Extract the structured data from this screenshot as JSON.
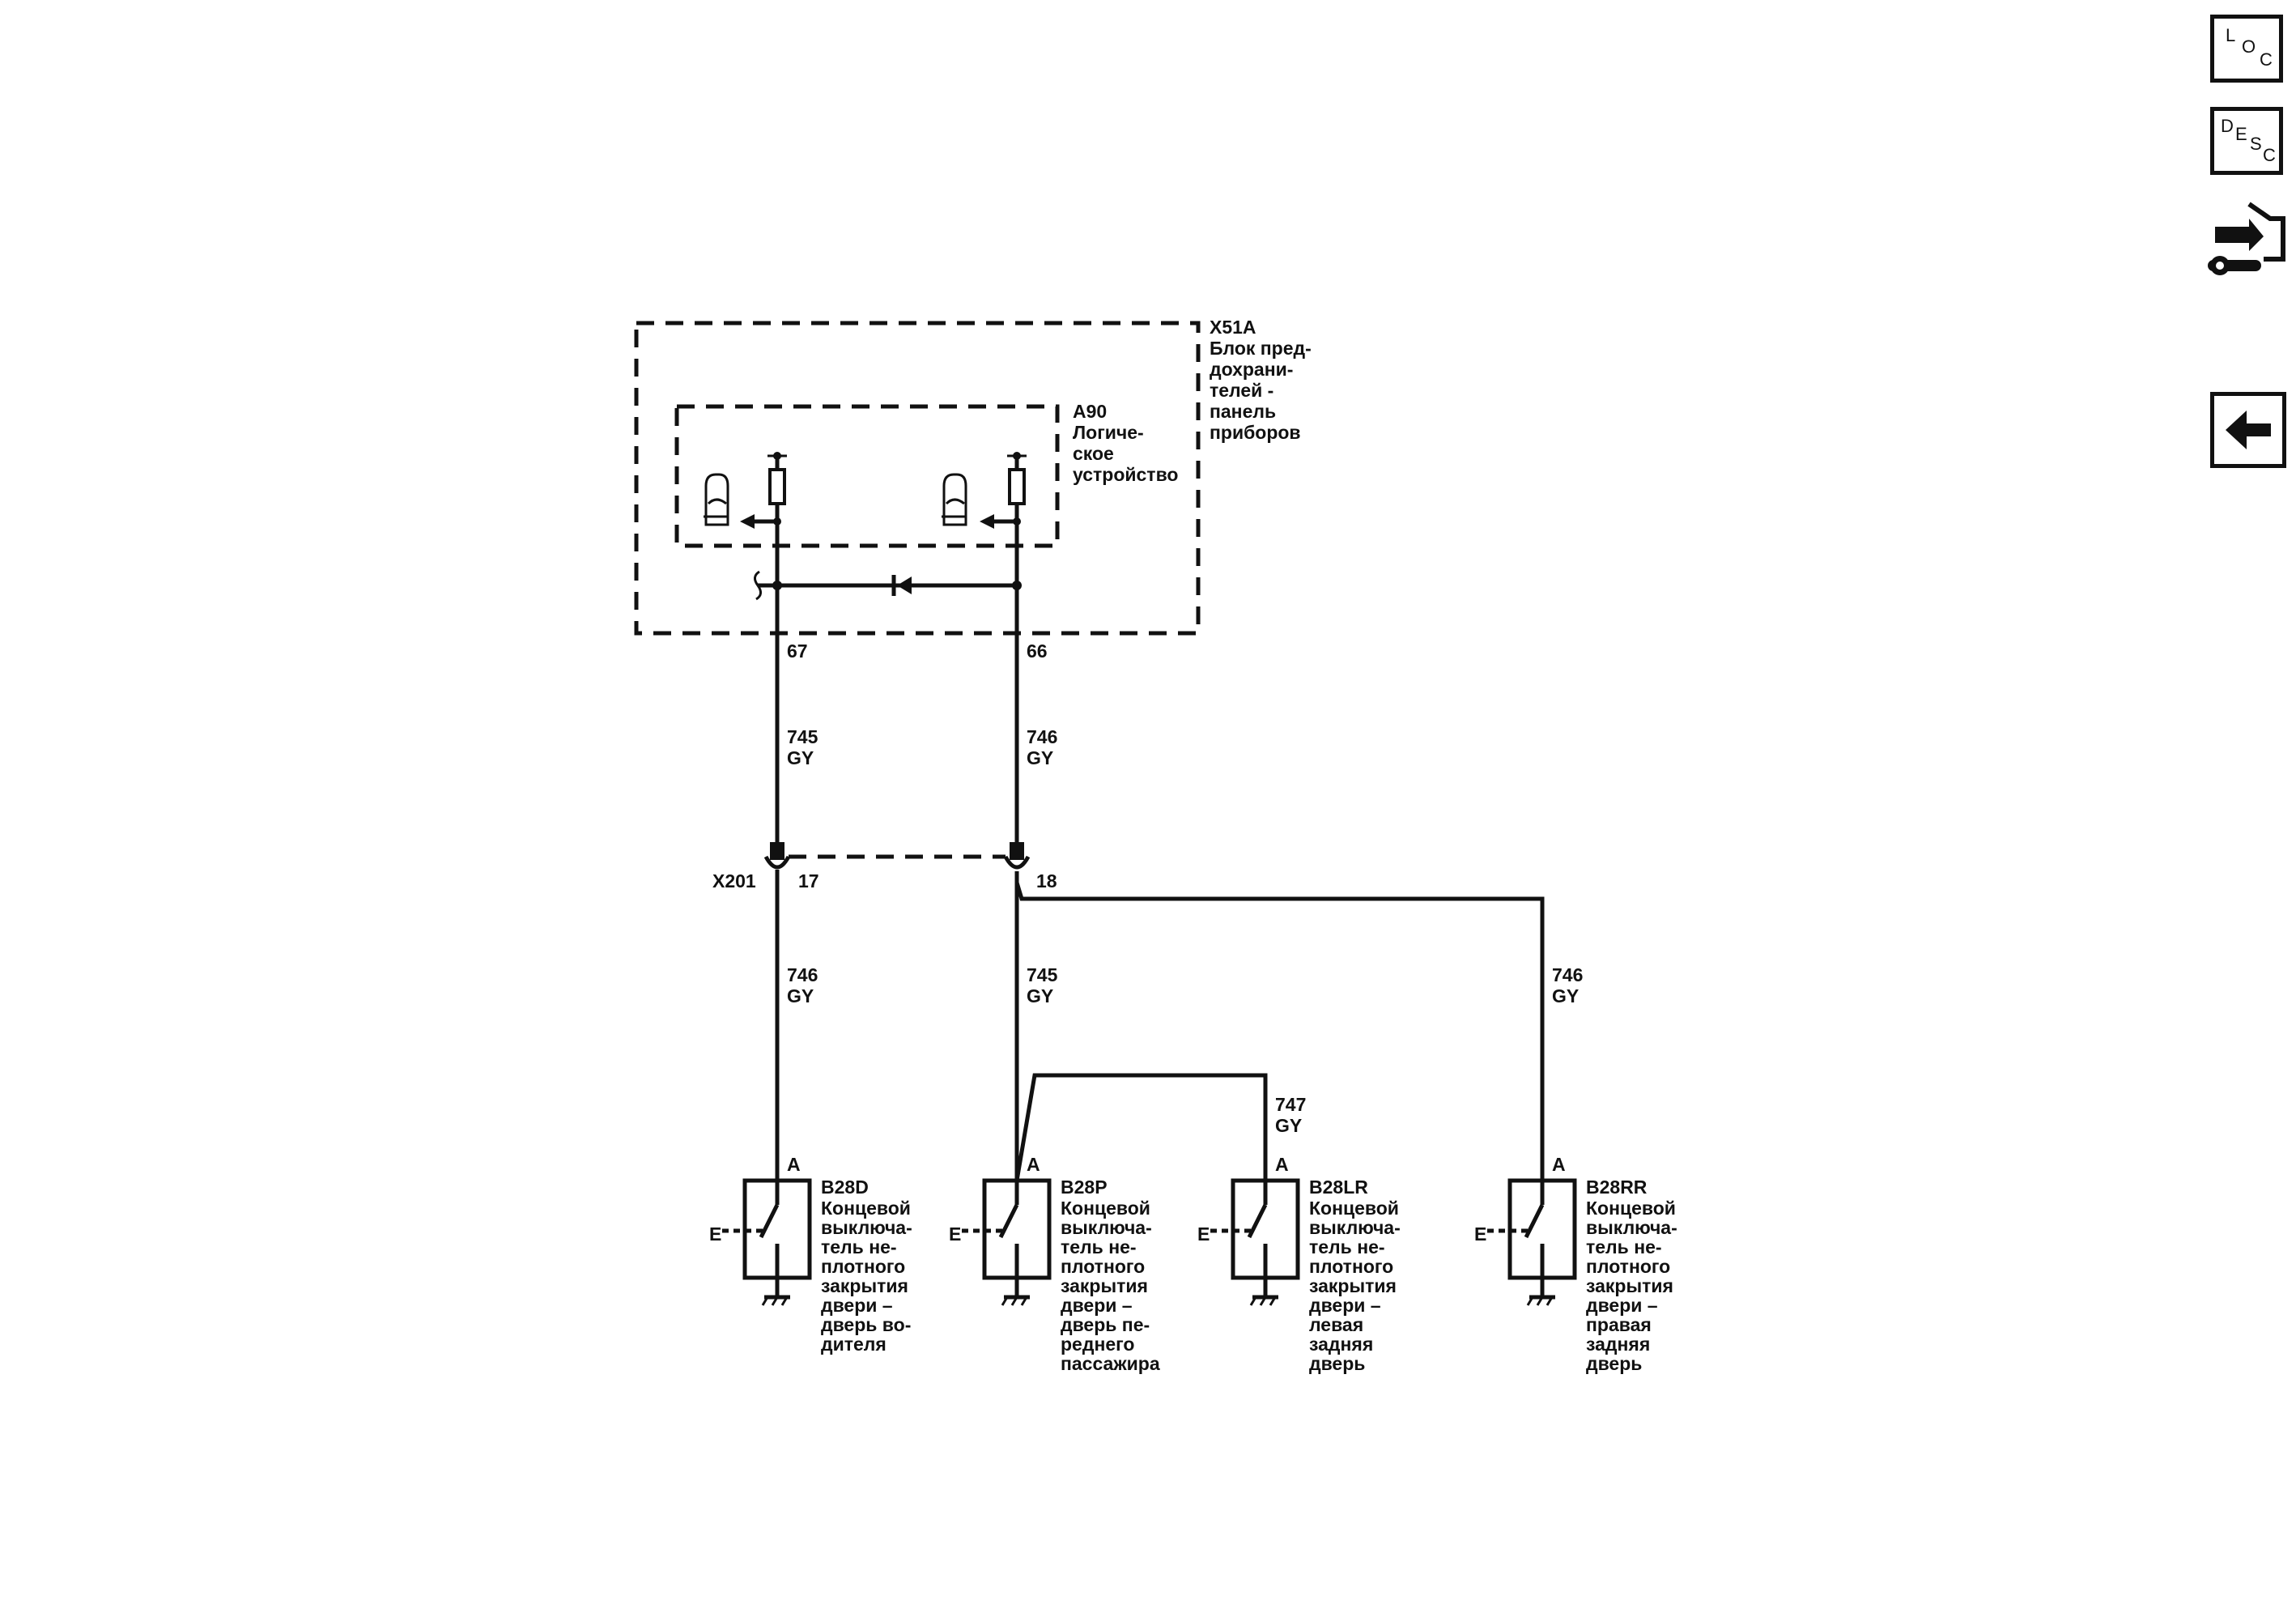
{
  "toolbar": {
    "loc": {
      "a": "L",
      "b": "O",
      "c": "C"
    },
    "desc": {
      "a": "D",
      "b": "E",
      "c": "S",
      "d": "C"
    },
    "diag_icon": "connector-tool-icon",
    "back_icon": "arrow-left-icon"
  },
  "x51a": {
    "id": "X51A",
    "lines": [
      "Блок пред-",
      "дохрани-",
      "телей -",
      "панель",
      "приборов"
    ]
  },
  "a90": {
    "id": "A90",
    "lines": [
      "Логиче-",
      "ское",
      "устройство"
    ]
  },
  "pins": {
    "p67": "67",
    "p66": "66",
    "p17": "17",
    "p18": "18"
  },
  "connector": {
    "x201": "X201"
  },
  "wires": {
    "w1": {
      "num": "745",
      "color": "GY"
    },
    "w2": {
      "num": "746",
      "color": "GY"
    },
    "w3": {
      "num": "746",
      "color": "GY"
    },
    "w4": {
      "num": "745",
      "color": "GY"
    },
    "w5": {
      "num": "746",
      "color": "GY"
    },
    "w6": {
      "num": "747",
      "color": "GY"
    }
  },
  "switches": {
    "b28d": {
      "pin": "A",
      "id": "B28D",
      "lines": [
        "Концевой",
        "выключа-",
        "тель не-",
        "плотного",
        "закрытия",
        "двери –",
        "дверь во-",
        "дителя"
      ]
    },
    "b28p": {
      "pin": "A",
      "id": "B28P",
      "lines": [
        "Концевой",
        "выключа-",
        "тель не-",
        "плотного",
        "закрытия",
        "двери –",
        "дверь пе-",
        "реднего",
        "пассажира"
      ]
    },
    "b28lr": {
      "pin": "A",
      "id": "B28LR",
      "lines": [
        "Концевой",
        "выключа-",
        "тель не-",
        "плотного",
        "закрытия",
        "двери –",
        "левая",
        "задняя",
        "дверь"
      ]
    },
    "b28rr": {
      "pin": "A",
      "id": "B28RR",
      "lines": [
        "Концевой",
        "выключа-",
        "тель не-",
        "плотного",
        "закрытия",
        "двери –",
        "правая",
        "задняя",
        "дверь"
      ]
    }
  }
}
